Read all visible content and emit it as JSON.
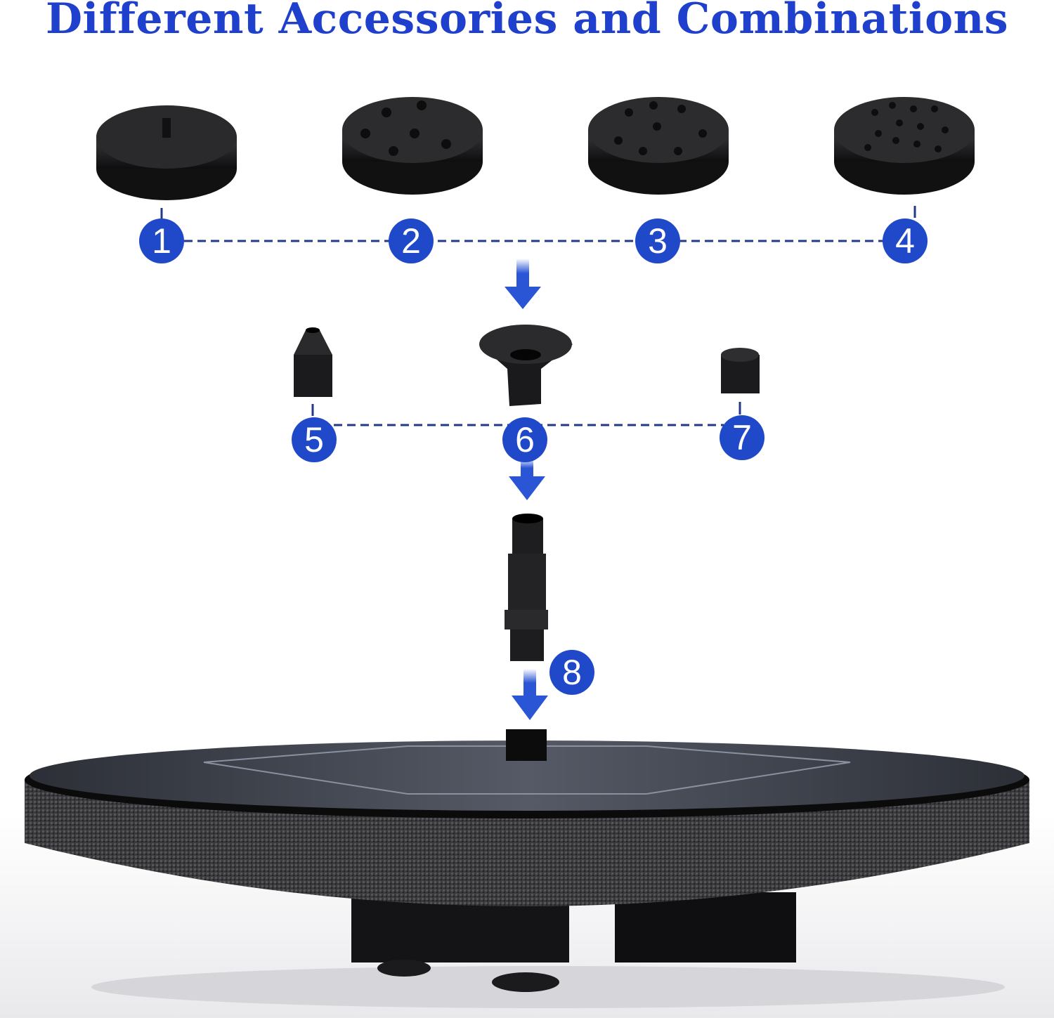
{
  "title": "Different Accessories and Combinations",
  "colors": {
    "title": "#1f40cc",
    "badge": "#1f49c9",
    "connector": "#233a8a",
    "arrow": "#2a56d6"
  },
  "nozzle_heads": [
    {
      "label": "1"
    },
    {
      "label": "2"
    },
    {
      "label": "3"
    },
    {
      "label": "4"
    }
  ],
  "small_nozzles": [
    {
      "label": "5"
    },
    {
      "label": "6"
    },
    {
      "label": "7"
    }
  ],
  "extension_tube": {
    "label": "8"
  }
}
